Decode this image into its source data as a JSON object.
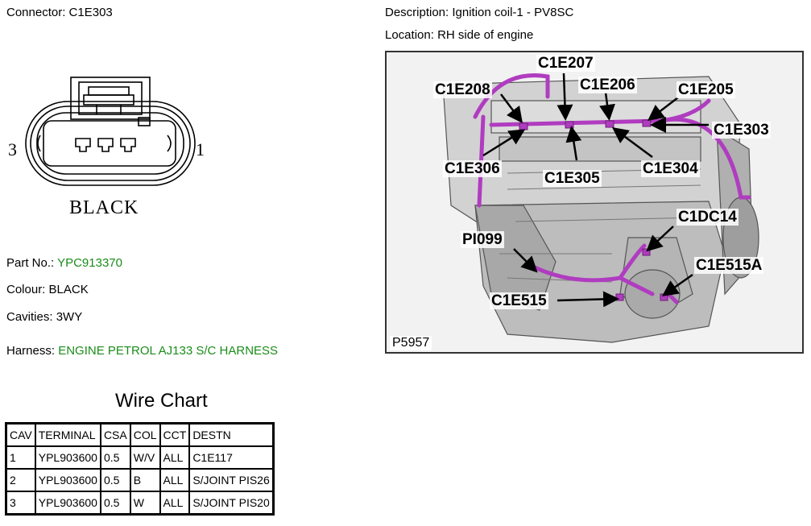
{
  "connector": {
    "label": "Connector:",
    "id": "C1E303",
    "color_label": "BLACK",
    "cavity_left": "3",
    "cavity_right": "1"
  },
  "details": {
    "part_no_label": "Part No.:",
    "part_no": "YPC913370",
    "colour_label": "Colour:",
    "colour": "BLACK",
    "cavities_label": "Cavities:",
    "cavities": "3WY",
    "harness_label": "Harness:",
    "harness": "ENGINE PETROL AJ133 S/C HARNESS"
  },
  "description": {
    "label": "Description:",
    "value": "Ignition coil-1 - PV8SC",
    "location_label": "Location:",
    "location": "RH side of engine"
  },
  "figure": {
    "id": "P5957",
    "callouts": {
      "c1e207": "C1E207",
      "c1e208": "C1E208",
      "c1e206": "C1E206",
      "c1e205": "C1E205",
      "c1e303": "C1E303",
      "c1e306": "C1E306",
      "c1e305": "C1E305",
      "c1e304": "C1E304",
      "c1dc14": "C1DC14",
      "pi099": "PI099",
      "c1e515a": "C1E515A",
      "c1e515": "C1E515"
    },
    "colors": {
      "harness": "#b03cc0",
      "engine": "#9a9a9a"
    }
  },
  "wire_chart": {
    "title": "Wire Chart",
    "headers": [
      "CAV",
      "TERMINAL",
      "CSA",
      "COL",
      "CCT",
      "DESTN"
    ],
    "rows": [
      [
        "1",
        "YPL903600",
        "0.5",
        "W/V",
        "ALL",
        "C1E117"
      ],
      [
        "2",
        "YPL903600",
        "0.5",
        "B",
        "ALL",
        "S/JOINT PIS26"
      ],
      [
        "3",
        "YPL903600",
        "0.5",
        "W",
        "ALL",
        "S/JOINT PIS20"
      ]
    ]
  }
}
